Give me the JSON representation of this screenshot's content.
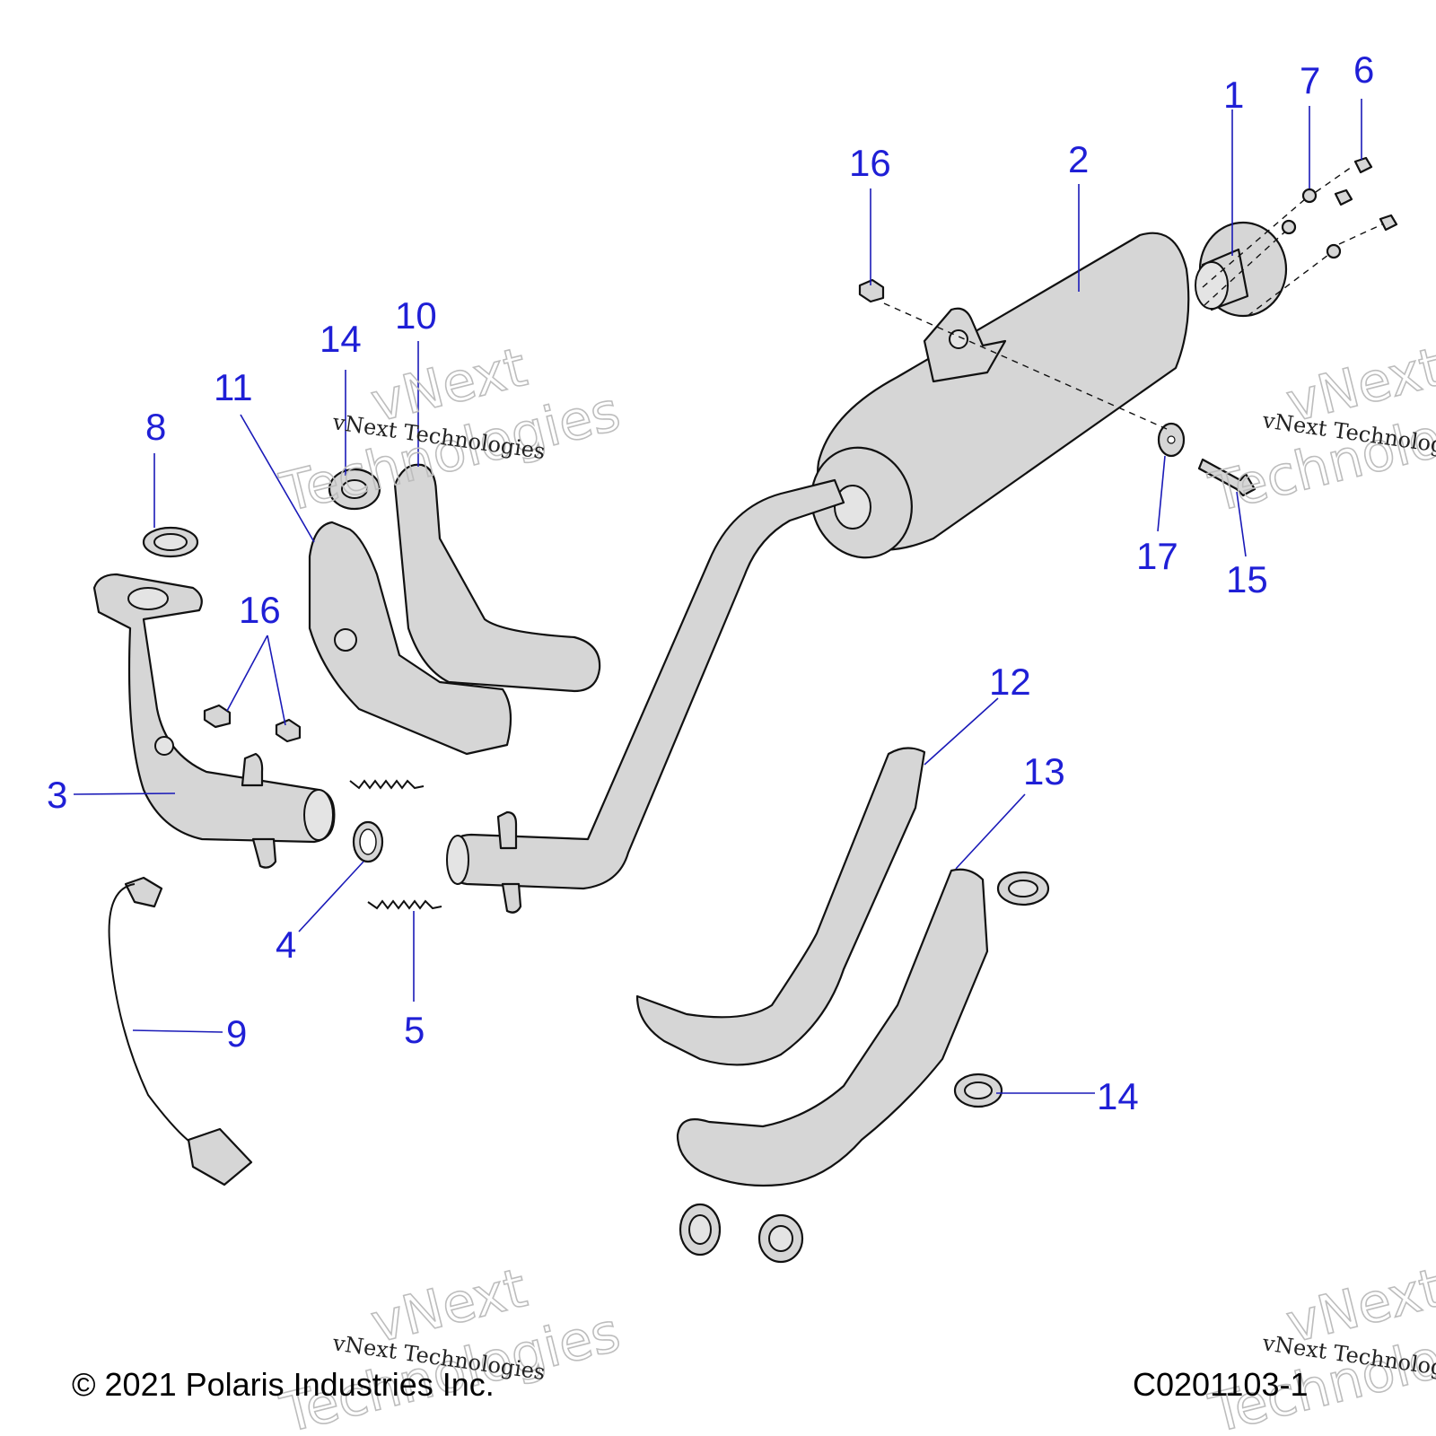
{
  "callouts": {
    "c1": "1",
    "c2": "2",
    "c3": "3",
    "c4": "4",
    "c5": "5",
    "c6": "6",
    "c7": "7",
    "c8": "8",
    "c9": "9",
    "c10": "10",
    "c11": "11",
    "c12": "12",
    "c13": "13",
    "c14a": "14",
    "c14b": "14",
    "c15": "15",
    "c16a": "16",
    "c16b": "16",
    "c17": "17"
  },
  "watermark": {
    "line": "vNext Technologies",
    "word1": "vNext",
    "word2": "Technologies"
  },
  "footer": {
    "copyright": "© 2021 Polaris Industries Inc.",
    "drawing_id": "C0201103-1"
  },
  "colors": {
    "callout": "#1f1fd6",
    "part_fill": "#d6d6d6",
    "outline": "#111111"
  }
}
